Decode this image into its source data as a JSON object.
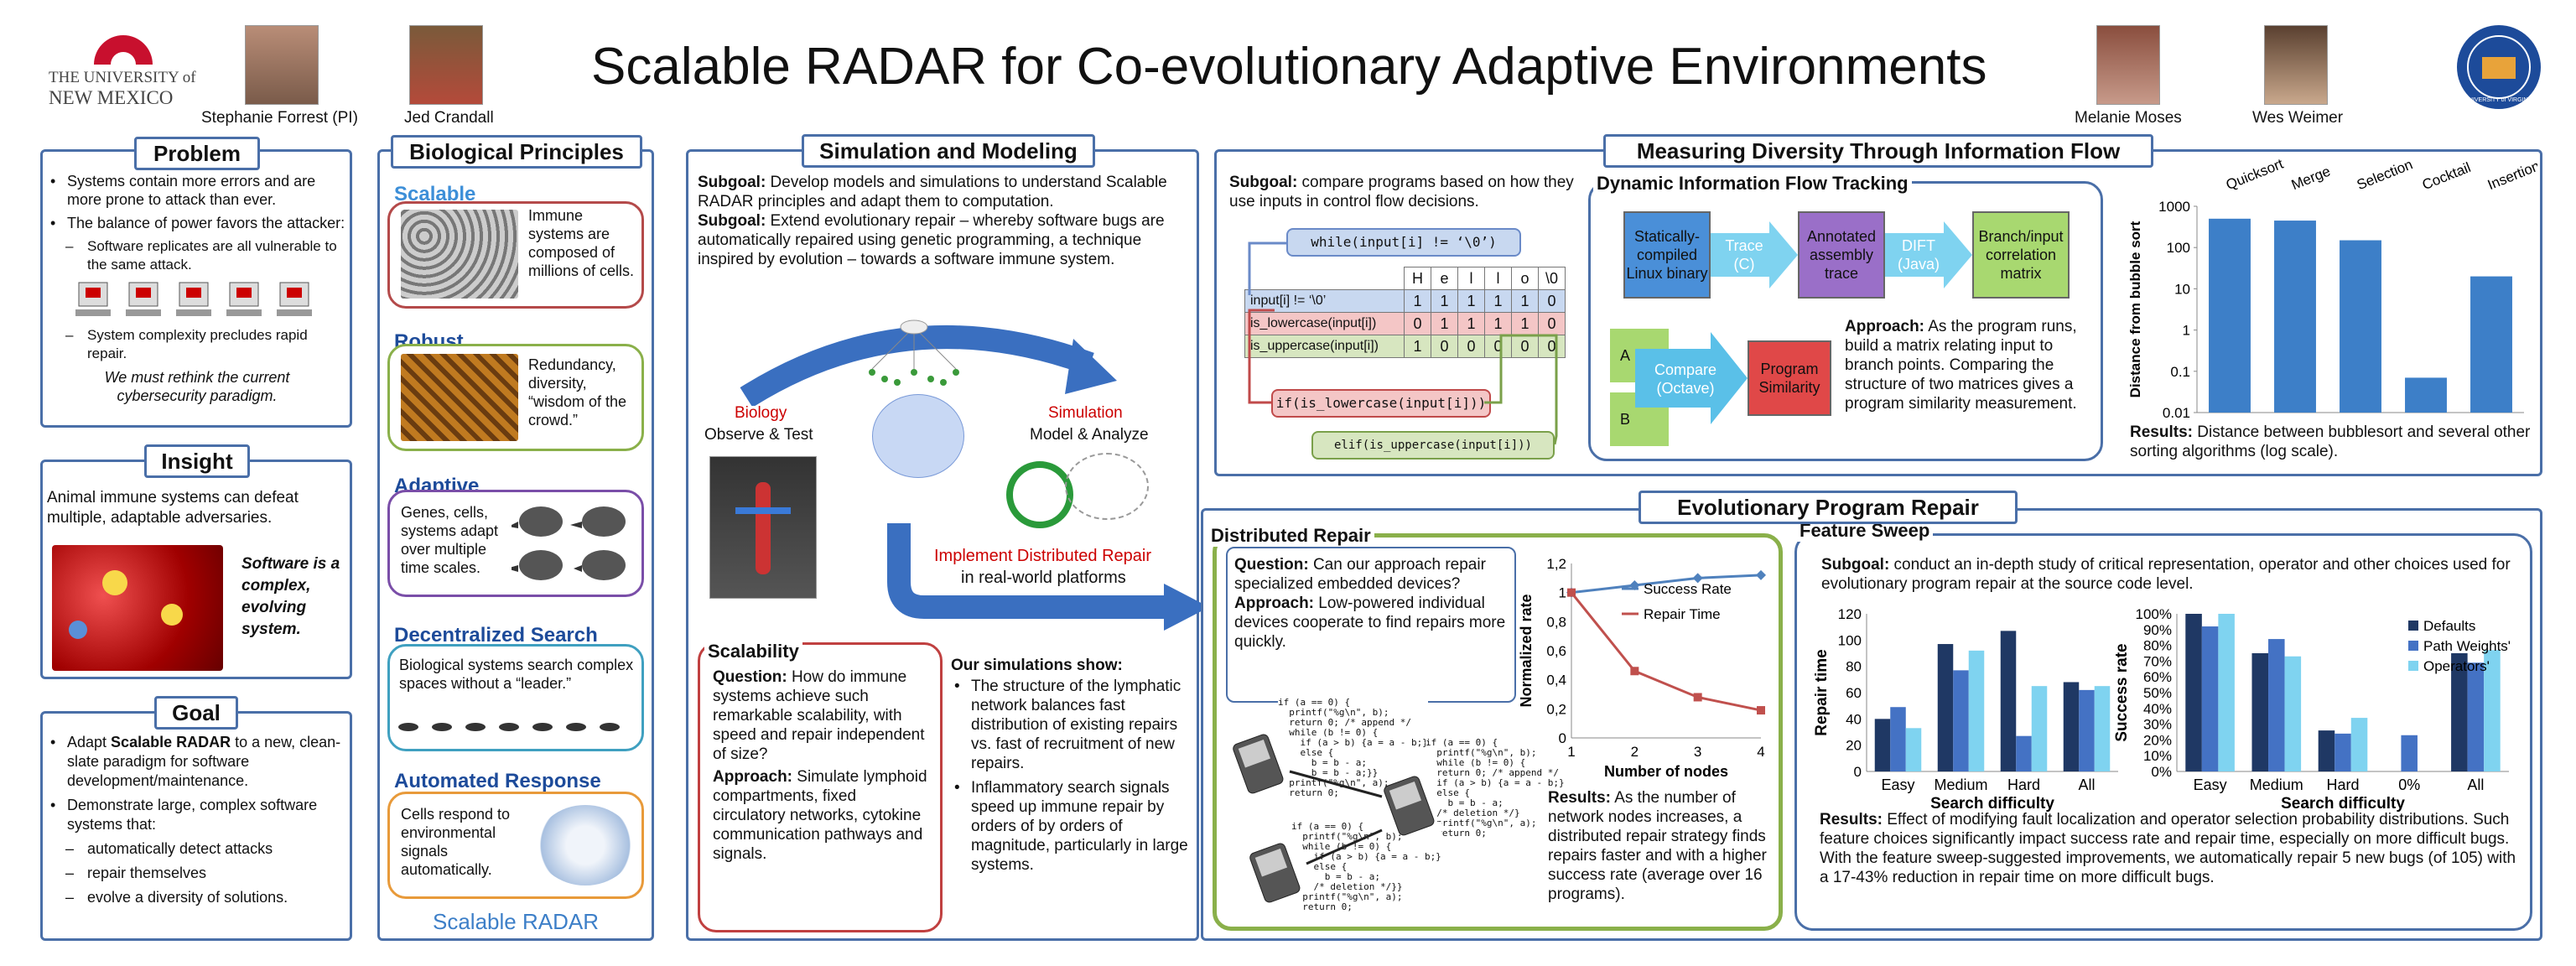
{
  "header": {
    "title": "Scalable RADAR for Co-evolutionary Adaptive Environments",
    "unm_line1": "THE UNIVERSITY of",
    "unm_line2": "NEW MEXICO",
    "uva_text": "UNIVERSITY of VIRGINIA",
    "people": [
      "Stephanie Forrest (PI)",
      "Jed Crandall",
      "Melanie Moses",
      "Wes Weimer"
    ]
  },
  "problem": {
    "tab": "Problem",
    "b1": "Systems contain more errors and are more prone to attack than ever.",
    "b2": "The balance of power favors the attacker:",
    "d1": "Software replicates are all vulnerable to the same attack.",
    "d2": "System complexity precludes rapid repair.",
    "note": "We must rethink the current cybersecurity paradigm."
  },
  "insight": {
    "tab": "Insight",
    "text": "Animal immune systems can defeat multiple, adaptable adversaries.",
    "quote": "Software is a complex, evolving system."
  },
  "goal": {
    "tab": "Goal",
    "b1a": "Adapt ",
    "b1b": "Scalable RADAR",
    "b1c": " to a new, clean-slate paradigm for software development/maintenance.",
    "b2": "Demonstrate large, complex software systems that:",
    "d1": "automatically detect attacks",
    "d2": "repair themselves",
    "d3": "evolve a diversity of solutions."
  },
  "bio": {
    "tab": "Biological Principles",
    "s_head": "Scalable",
    "s_text": "Immune systems are composed of millions of cells.",
    "r_head": "Robust",
    "r_text": "Redundancy, diversity, “wisdom of the crowd.”",
    "a_head": "Adaptive",
    "a_text": "Genes, cells, systems adapt over multiple time scales.",
    "d_head": "Decentralized Search",
    "d_text": "Biological systems search complex spaces without a “leader.”",
    "ar_head": "Automated Response",
    "ar_text": "Cells respond to environmental signals automatically.",
    "footer": "Scalable RADAR"
  },
  "sim": {
    "tab": "Simulation and Modeling",
    "sg1_l": "Subgoal:",
    "sg1": " Develop models and simulations to understand Scalable RADAR principles and adapt them to computation.",
    "sg2_l": "Subgoal:",
    "sg2": " Extend evolutionary repair – whereby software bugs are automatically repaired using genetic programming, a technique inspired by evolution – towards a software immune system.",
    "biology": "Biology",
    "observe": "Observe & Test",
    "simulation": "Simulation",
    "model": "Model & Analyze",
    "impl": "Implement Distributed Repair",
    "impl2": "in real-world platforms",
    "scal_head": "Scalability",
    "q_l": "Question:",
    "q": " How do immune systems achieve such remarkable scalability, with speed and repair independent of size?",
    "ap_l": "Approach:",
    "ap": " Simulate lymphoid compartments, fixed circulatory networks, cytokine communication pathways and signals.",
    "show_head": "Our simulations show:",
    "s1": "The structure of the lymphatic network balances fast distribution of existing repairs vs. fast of recruitment of new repairs.",
    "s2": "Inflammatory search signals speed up immune repair by orders of by orders of magnitude, particularly in large systems."
  },
  "diversity": {
    "tab": "Measuring Diversity Through Information Flow",
    "sg_l": "Subgoal:",
    "sg": " compare programs based on how they use inputs in control flow decisions.",
    "while": "while(input[i] != ‘\\0’)",
    "matrix": {
      "cols": [
        "H",
        "e",
        "l",
        "l",
        "o",
        "\\0"
      ],
      "rows": [
        {
          "label": "input[i] != ‘\\0’",
          "vals": [
            "1",
            "1",
            "1",
            "1",
            "1",
            "0"
          ],
          "color": "#c8d8f0"
        },
        {
          "label": "is_lowercase(input[i])",
          "vals": [
            "0",
            "1",
            "1",
            "1",
            "1",
            "0"
          ],
          "color": "#f4c6c6"
        },
        {
          "label": "is_uppercase(input[i])",
          "vals": [
            "1",
            "0",
            "0",
            "0",
            "0",
            "0"
          ],
          "color": "#d7e6c0"
        }
      ]
    },
    "if": "if(is_lowercase(input[i]))",
    "elif": "elif(is_uppercase(input[i]))",
    "dift_head": "Dynamic Information Flow Tracking",
    "f1": "Statically-compiled Linux binary",
    "f2": "Trace (C)",
    "f3": "Annotated assembly trace",
    "f4": "DIFT (Java)",
    "f5": "Branch/input correlation matrix",
    "fa": "A",
    "fb": "B",
    "fc": "Compare (Octave)",
    "fd": "Program Similarity",
    "ap_l": "Approach:",
    "ap": " As the program runs, build a matrix relating input to branch points. Comparing the structure of two matrices gives a program similarity measurement.",
    "res_l": "Results:",
    "res": " Distance between bubblesort and several other sorting algorithms (log scale)."
  },
  "repair": {
    "tab": "Evolutionary Program Repair",
    "dr_head": "Distributed Repair",
    "q_l": "Question:",
    "q": " Can our approach repair specialized embedded devices?",
    "ap_l": "Approach:",
    "ap": " Low-powered individual devices cooperate to find repairs more quickly.",
    "res_l": "Results:",
    "res": " As the number of network nodes increases, a distributed repair strategy finds repairs faster and with a higher success rate (average over 16 programs).",
    "fs_head": "Feature Sweep",
    "fs_sg_l": "Subgoal:",
    "fs_sg": " conduct an in-depth study of critical representation, operator and other choices used for evolutionary program repair at the source code level.",
    "fs_res_l": "Results:",
    "fs_res": " Effect of modifying fault localization and operator selection probability distributions.  Such feature choices significantly impact success rate and repair time, especially on more difficult bugs.  With the feature sweep-suggested improvements, we automatically  repair 5 new bugs (of 105) with a 17-43% reduction in repair time on more difficult bugs.",
    "code1": "if (a == 0) {\n  printf(\"%g\\n\", b);\n  return 0; /* append */\n  while (b != 0) {\n    if (a > b) {a = a - b;}\n    else {\n      b = b - a;\n      b = b - a;}}\n  printf(\"%g\\n\", a);\n  return 0;",
    "code2": "if (a == 0) {\n  printf(\"%g\\n\", b);\n  while (b != 0) {\n  return 0; /* append */\n  if (a > b) {a = a - b;}\n  else {\n    b = b - a;\n  /* deletion */}\n  printf(\"%g\\n\", a);\n  return 0;",
    "code3": "if (a == 0) {\n  printf(\"%g\\n\", b);\n  while (b != 0) {\n    if (a > b) {a = a - b;}\n    else {\n      b = b - a;\n    /* deletion */}}\n  printf(\"%g\\n\", a);\n  return 0;"
  },
  "chart_data": [
    {
      "type": "bar",
      "categories": [
        "Quicksort",
        "Merge",
        "Selection",
        "Cocktail",
        "Insertion"
      ],
      "values": [
        500,
        450,
        150,
        0.07,
        20
      ],
      "ylabel": "Distance from bubble sort",
      "yscale": "log",
      "ylim": [
        0.01,
        1000
      ],
      "yticks": [
        "1000",
        "100",
        "10",
        "1",
        "0.1",
        "0.01"
      ]
    },
    {
      "type": "line",
      "x": [
        1,
        2,
        3,
        4
      ],
      "series": [
        {
          "name": "Success Rate",
          "values": [
            1,
            1.05,
            1.1,
            1.12
          ],
          "color": "#4f81bd"
        },
        {
          "name": "Repair Time",
          "values": [
            1,
            0.46,
            0.28,
            0.19
          ],
          "color": "#c0504d"
        }
      ],
      "xlabel": "Number of nodes",
      "ylabel": "Normalized rate",
      "ylim": [
        0,
        1.2
      ],
      "yticks": [
        "0",
        "0,2",
        "0,4",
        "0,6",
        "0,8",
        "1",
        "1,2"
      ],
      "xticks": [
        "1",
        "2",
        "3",
        "4"
      ]
    },
    {
      "type": "bar",
      "categories": [
        "Easy",
        "Medium",
        "Hard",
        "All"
      ],
      "series": [
        {
          "name": "Defaults",
          "values": [
            40,
            97,
            107,
            68
          ],
          "color": "#1f3864"
        },
        {
          "name": "Path Weights",
          "values": [
            49,
            77,
            27,
            62
          ],
          "color": "#4472c4"
        },
        {
          "name": "Operators",
          "values": [
            33,
            92,
            65,
            65
          ],
          "color": "#7fd3f0"
        }
      ],
      "xlabel": "Search difficulty",
      "ylabel": "Repair time",
      "ylim": [
        0,
        120
      ],
      "yticks": [
        "0",
        "20",
        "40",
        "60",
        "80",
        "100",
        "120"
      ]
    },
    {
      "type": "bar",
      "categories": [
        "Easy",
        "Medium",
        "Hard",
        "0%",
        "All"
      ],
      "series": [
        {
          "name": "Defaults",
          "values": [
            100,
            75,
            26,
            0,
            75
          ],
          "color": "#1f3864"
        },
        {
          "name": "Path Weights'",
          "values": [
            92,
            84,
            24,
            23,
            69
          ],
          "color": "#4472c4"
        },
        {
          "name": "Operators'",
          "values": [
            100,
            73,
            34,
            0,
            77
          ],
          "color": "#7fd3f0"
        }
      ],
      "xlabel": "Search difficulty",
      "ylabel": "Success rate",
      "ylim": [
        0,
        100
      ],
      "yticks": [
        "0%",
        "10%",
        "20%",
        "30%",
        "40%",
        "50%",
        "60%",
        "70%",
        "80%",
        "90%",
        "100%"
      ]
    }
  ]
}
